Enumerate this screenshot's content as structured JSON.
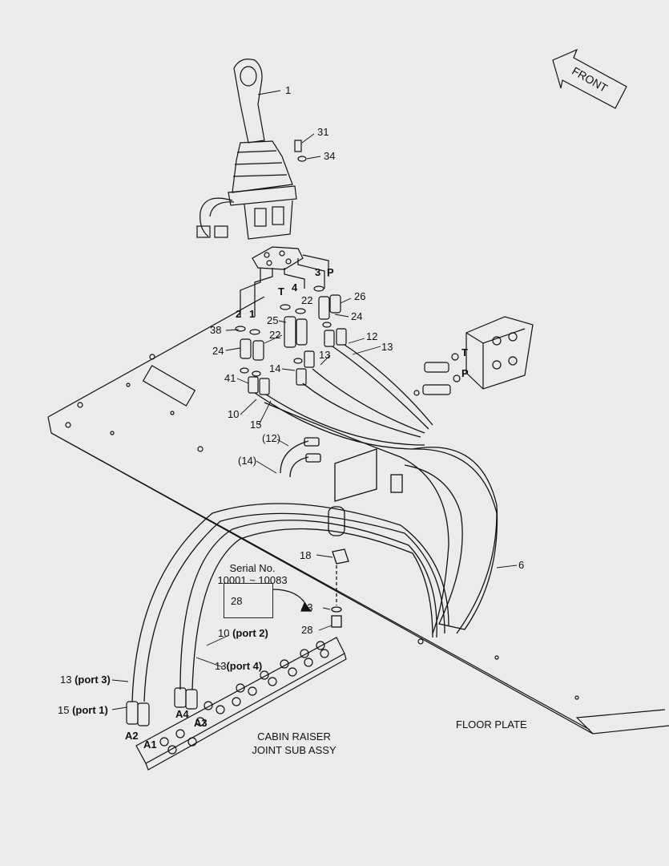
{
  "front_label": "FRONT",
  "callouts": {
    "c1": "1",
    "c31": "31",
    "c34": "34",
    "c3": "3",
    "cP_top": "P",
    "cT_top": "T",
    "c4": "4",
    "c22a": "22",
    "c26": "26",
    "c2": "2",
    "c1b": "1",
    "c25": "25",
    "c24a": "24",
    "c38": "38",
    "c22b": "22",
    "c12": "12",
    "c24b": "24",
    "c13a": "13",
    "c13b": "13",
    "c14": "14",
    "c41": "41",
    "cT_valve": "T",
    "cP_valve": "P",
    "c10": "10",
    "c15": "15",
    "c12p": "(12)",
    "c14p": "(14)",
    "c18": "18",
    "c6": "6",
    "c28a": "28",
    "c43": "43",
    "c28b": "28",
    "cA4": "A4",
    "cA3": "A3",
    "cA2": "A2",
    "cA1": "A1"
  },
  "serial": {
    "title": "Serial No.",
    "range": "10001 ~ 10083"
  },
  "port_labels": {
    "p10": {
      "num": "10",
      "port": "(port 2)"
    },
    "p13a": {
      "num": "13",
      "port": "(port 4)"
    },
    "p13b": {
      "num": "13",
      "port": "(port 3)"
    },
    "p15": {
      "num": "15",
      "port": "(port 1)"
    }
  },
  "notes": {
    "cabin_line1": "CABIN RAISER",
    "cabin_line2": "JOINT SUB ASSY",
    "floor_plate": "FLOOR PLATE"
  }
}
